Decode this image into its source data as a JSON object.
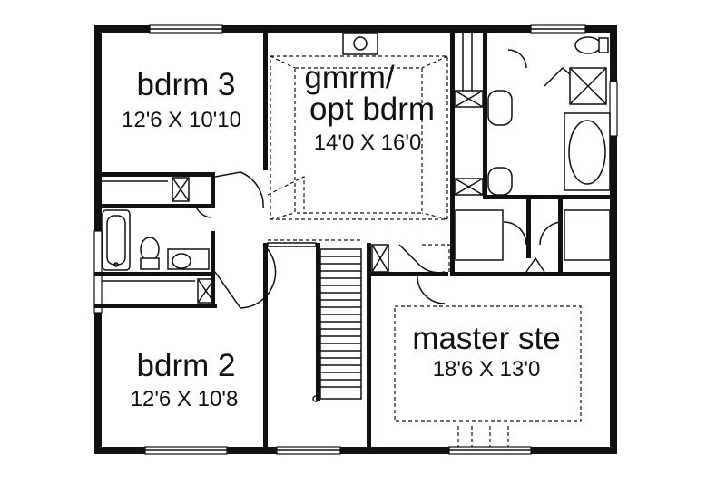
{
  "rooms": [
    {
      "id": "bdrm3",
      "name": "bdrm 3",
      "dims": "12'6 X 10'10"
    },
    {
      "id": "gmrm",
      "name_line1": "gmrm/",
      "name_line2": "opt bdrm",
      "dims": "14'0 X 16'0"
    },
    {
      "id": "bdrm2",
      "name": "bdrm 2",
      "dims": "12'6 X 10'8"
    },
    {
      "id": "master",
      "name": "master ste",
      "dims": "18'6 X 13'0"
    }
  ]
}
